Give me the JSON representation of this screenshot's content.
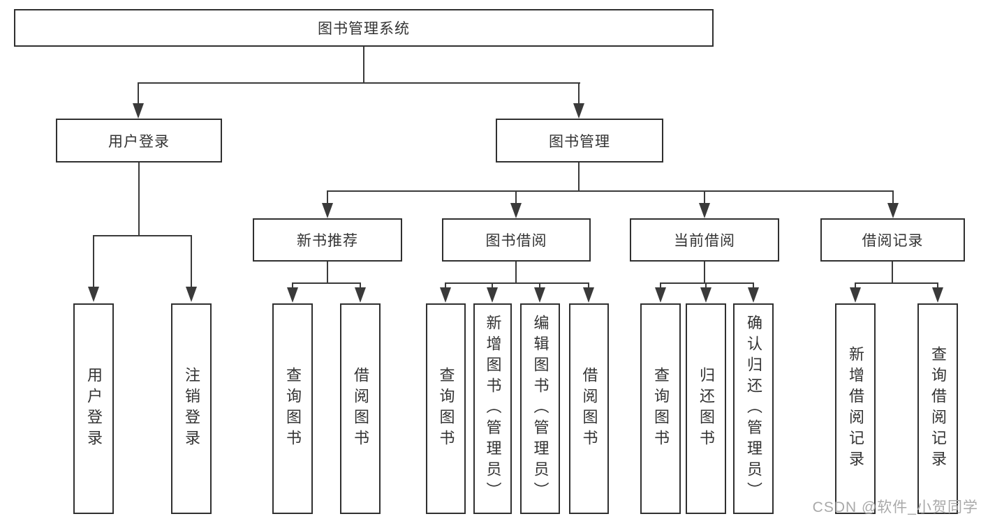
{
  "nodes": {
    "root": "图书管理系统",
    "user_login": "用户登录",
    "book_management": "图书管理",
    "new_book_recommend": "新书推荐",
    "book_borrow": "图书借阅",
    "current_borrow": "当前借阅",
    "borrow_record": "借阅记录",
    "leaf_user_login": "用户登录",
    "leaf_logout": "注销登录",
    "leaf_nb_query": "查询图书",
    "leaf_nb_borrow": "借阅图书",
    "leaf_bb_query": "查询图书",
    "leaf_bb_add": "新增图书（管理员）",
    "leaf_bb_edit": "编辑图书（管理员）",
    "leaf_bb_borrow": "借阅图书",
    "leaf_cb_query": "查询图书",
    "leaf_cb_return": "归还图书",
    "leaf_cb_confirm": "确认归还（管理员）",
    "leaf_br_add": "新增借阅记录",
    "leaf_br_query": "查询借阅记录"
  },
  "watermark": "CSDN @软件_小贺同学",
  "colors": {
    "line": "#3a3a3a",
    "border": "#303030",
    "text": "#333333",
    "watermark": "#a9a9a9",
    "background": "#ffffff"
  }
}
